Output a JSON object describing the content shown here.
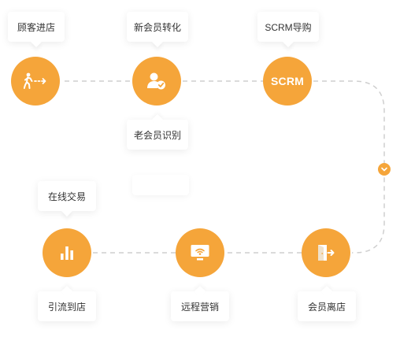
{
  "colors": {
    "node": "#f5a53a",
    "connector": "#cfcfcf",
    "label_text": "#333333",
    "card_background": "#ffffff"
  },
  "top_row": [
    {
      "label": "顾客进店",
      "icon": "walk-in-arrow-icon"
    },
    {
      "label": "新会员转化",
      "icon": "user-check-icon"
    },
    {
      "label": "SCRM导购",
      "icon_text": "SCRM"
    }
  ],
  "top_row_extra": {
    "label": "老会员识别"
  },
  "connector_badge": {
    "icon": "chevron-down-icon"
  },
  "bottom_row": [
    {
      "label": "会员离店",
      "icon": "door-exit-icon"
    },
    {
      "label": "远程营销",
      "icon": "monitor-wifi-icon"
    },
    {
      "label": "引流到店",
      "icon": "bar-chart-icon"
    }
  ],
  "bottom_row_extra": {
    "label": "在线交易"
  }
}
